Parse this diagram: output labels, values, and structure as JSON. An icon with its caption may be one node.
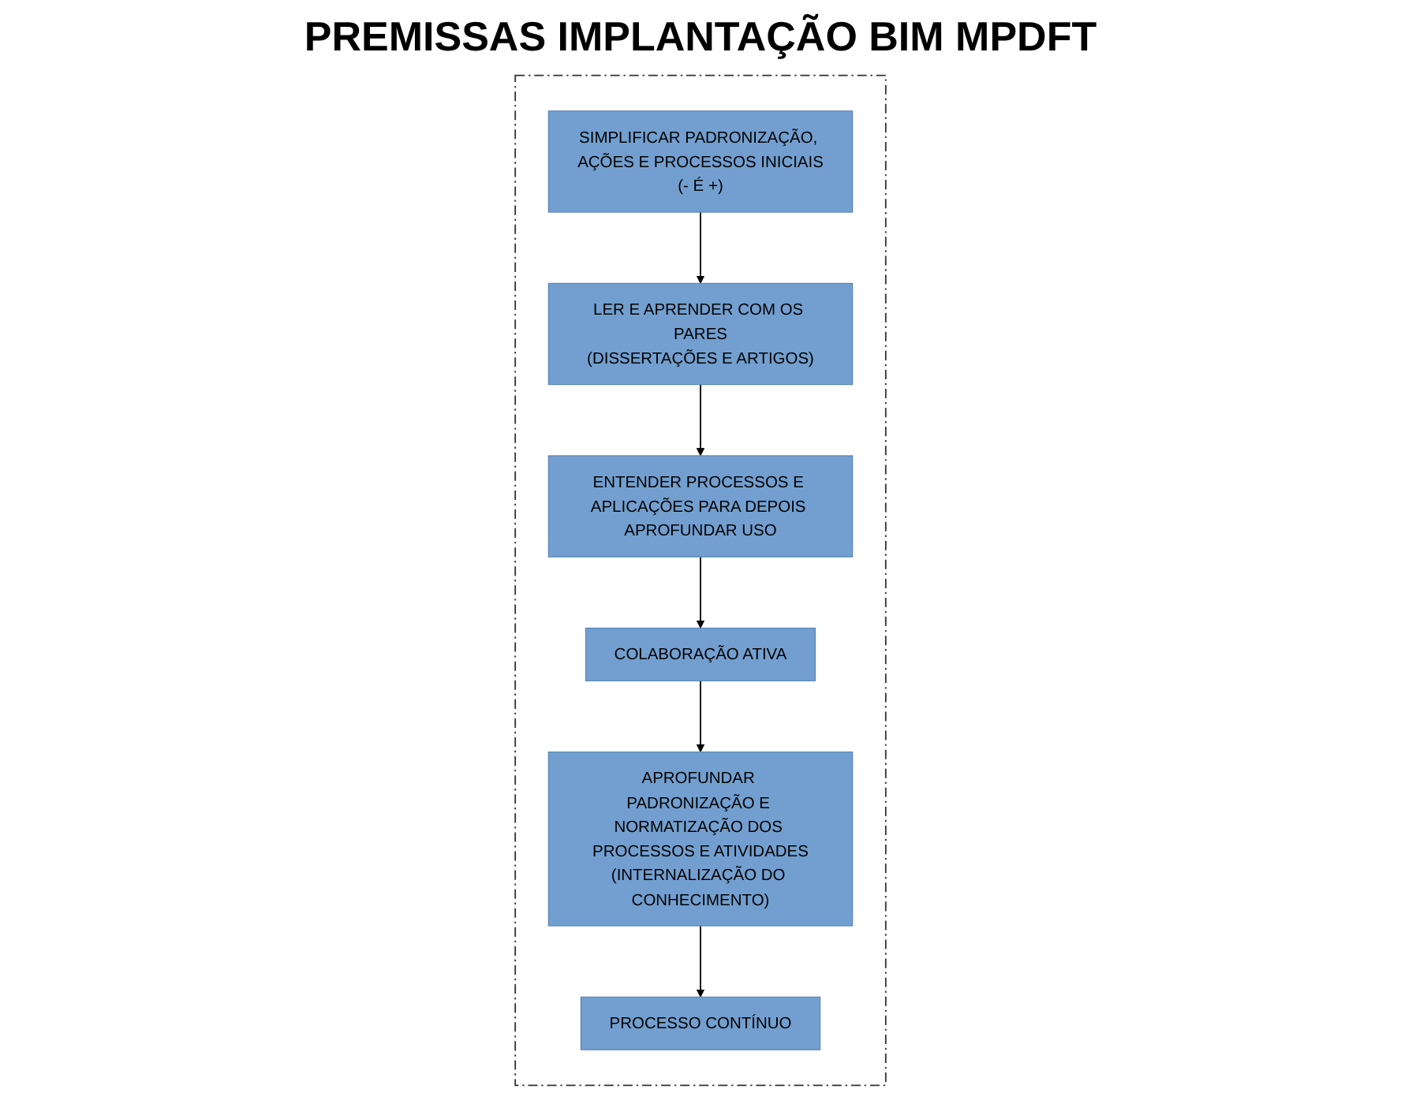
{
  "diagram": {
    "title": "PREMISSAS IMPLANTAÇÃO BIM MPDFT",
    "nodes": [
      {
        "text": [],
        "shape": "box"
      },
      {
        "text": [
          "SIMPLIFICAR PADRONIZAÇÃO, AÇÕES E PROCESSOS INICIAIS",
          "(- É +)"
        ],
        "in": 0
      },
      {
        "text": [
          "LER E APRENDER COM OS PARES",
          "(DISSERTAÇÕES E ARTIGOS)"
        ],
        "in": 0
      },
      {
        "text": [
          "ENTENDER PROCESSOS E APLICAÇÕES PARA DEPOIS APROFUNDAR USO"
        ],
        "in": 0
      },
      {
        "text": [
          "PROCESSO CONTÍNUO"
        ],
        "in": 0
      },
      {
        "text": [
          "APROFUNDAR PADRONIZAÇÃO E NORMATIZAÇÃO DOS PROCESSOS E ATIVIDADES",
          "(INTERNALIZAÇÃO DO CONHECIMENTO)"
        ],
        "in": 0
      },
      {
        "text": [
          "COLABORAÇÃO ATIVA"
        ],
        "in": 0
      }
    ],
    "edges": [
      {
        "from": 1,
        "to": 2,
        "arrow": "to"
      },
      {
        "from": 2,
        "to": 3,
        "arrow": "to"
      },
      {
        "from": 3,
        "to": 6,
        "arrow": "to"
      },
      {
        "from": 6,
        "to": 5,
        "arrow": "to"
      },
      {
        "from": 5,
        "to": 4,
        "arrow": "to"
      }
    ]
  }
}
